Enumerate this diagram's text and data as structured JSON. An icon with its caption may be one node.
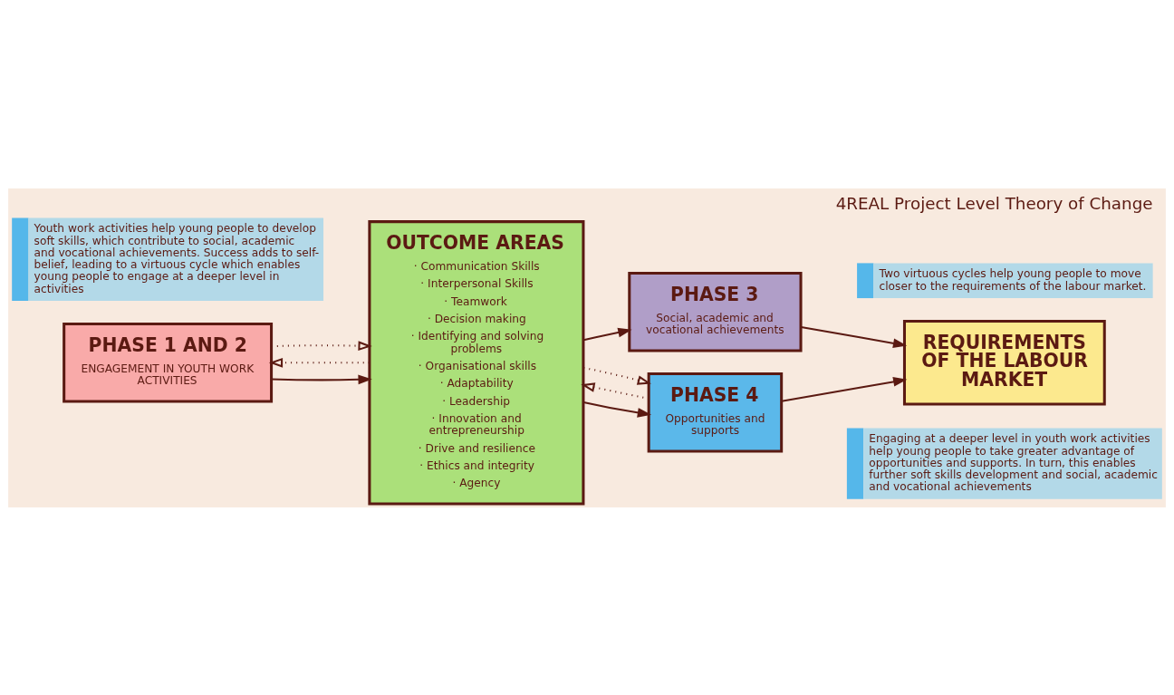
{
  "diagram": {
    "title": "4REAL Project Level Theory of Change",
    "nodes": [
      {
        "text": [
          "PHASE 1 AND 2",
          "ENGAGEMENT IN YOUTH WORK ACTIVITIES"
        ]
      },
      {
        "text": [
          "OUTCOME AREAS",
          "· Communication Skills",
          "· Interpersonal Skills",
          "· Teamwork",
          "· Decision making",
          "· Identifying and solving problems",
          "· Organisational skills",
          "· Adaptability",
          "· Leadership",
          "· Innovation and entrepreneurship",
          "· Drive and resilience",
          "· Ethics and integrity",
          "· Agency"
        ]
      },
      {
        "text": [
          "PHASE 3",
          "Social, academic and vocational achievements"
        ]
      },
      {
        "text": [
          "PHASE 4",
          "Opportunities and supports"
        ]
      },
      {
        "text": [
          "REQUIREMENTS OF THE LABOUR MARKET"
        ]
      },
      {
        "text": [
          "Two virtuous cycles help young people to move closer to the requirements of the labour market."
        ]
      },
      {
        "text": [
          "Youth work activities help young people to develop soft skills, which contribute to social, academic and vocational achievements. Success adds to self-belief, leading to a virtuous cycle which enables young people to engage at a deeper level in activities"
        ]
      },
      {
        "text": [
          "Engaging at a deeper level in youth work activities help young people to take greater advantage of opportunities and supports. In turn, this enables further soft skills development and social, academic and vocational achievements"
        ]
      }
    ],
    "edges": [
      {
        "from": 0,
        "to": 1,
        "arrow": "to"
      },
      {
        "from": 1,
        "to": 2,
        "arrow": "to"
      },
      {
        "from": 1,
        "to": 3,
        "arrow": "to"
      },
      {
        "from": 2,
        "to": 4,
        "arrow": "to"
      },
      {
        "from": 3,
        "to": 4,
        "arrow": "to"
      },
      {
        "from": 1,
        "to": 0,
        "arrow": "to",
        "style": "dashed"
      },
      {
        "from": 0,
        "to": 1,
        "arrow": "to",
        "style": "dashed"
      },
      {
        "from": 3,
        "to": 1,
        "arrow": "to",
        "style": "dashed"
      },
      {
        "from": 1,
        "to": 3,
        "arrow": "to",
        "style": "dashed"
      }
    ]
  }
}
